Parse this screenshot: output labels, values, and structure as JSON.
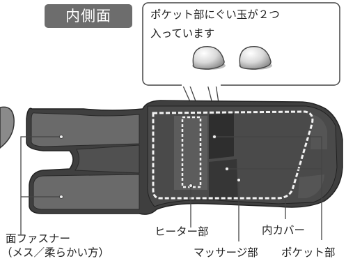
{
  "title": "内側面",
  "callout": {
    "line1": "ポケット部にぐい玉が２つ",
    "line2": "入っています"
  },
  "labels": {
    "fastener_line1": "面ファスナー",
    "fastener_line2": "（メス／柔らかい方）",
    "heater": "ヒーター部",
    "inner_cover": "内カバー",
    "massage": "マッサージ部",
    "pocket": "ポケット部"
  },
  "colors": {
    "badge": "#6d6d6d",
    "pad_dark": "#3f3f3f",
    "pad_mid": "#5a5a5a",
    "pad_light": "#8a8a8a"
  }
}
